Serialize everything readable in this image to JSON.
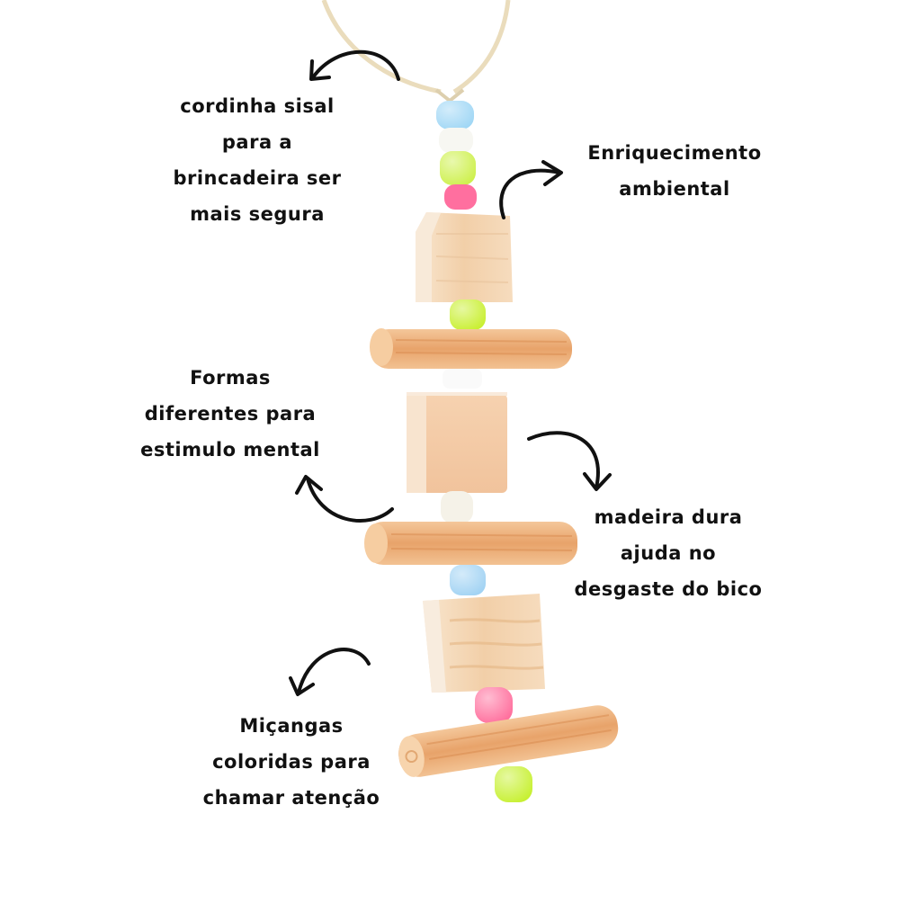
{
  "annotations": {
    "sisal": {
      "lines": [
        "cordinha sisal",
        "para a",
        "brincadeira ser",
        "mais segura"
      ]
    },
    "enrich": {
      "lines": [
        "Enriquecimento",
        "ambiental"
      ]
    },
    "formas": {
      "lines": [
        "Formas",
        "diferentes para",
        "estimulo mental"
      ]
    },
    "madeira": {
      "lines": [
        "madeira dura",
        "ajuda no",
        "desgaste do bico"
      ]
    },
    "micang": {
      "lines": [
        "Miçangas",
        "coloridas para",
        "chamar atenção"
      ]
    }
  },
  "colors": {
    "background": "#ffffff",
    "text": "#111111",
    "wood_light": "#f3d9bc",
    "wood_dark": "#e0a06a",
    "bead_blue": "#9cd4f2",
    "bead_green": "#c8ef3c",
    "bead_pink": "#ff6f9d",
    "bead_white": "#f5f5f0",
    "rope": "#efe3c6"
  }
}
